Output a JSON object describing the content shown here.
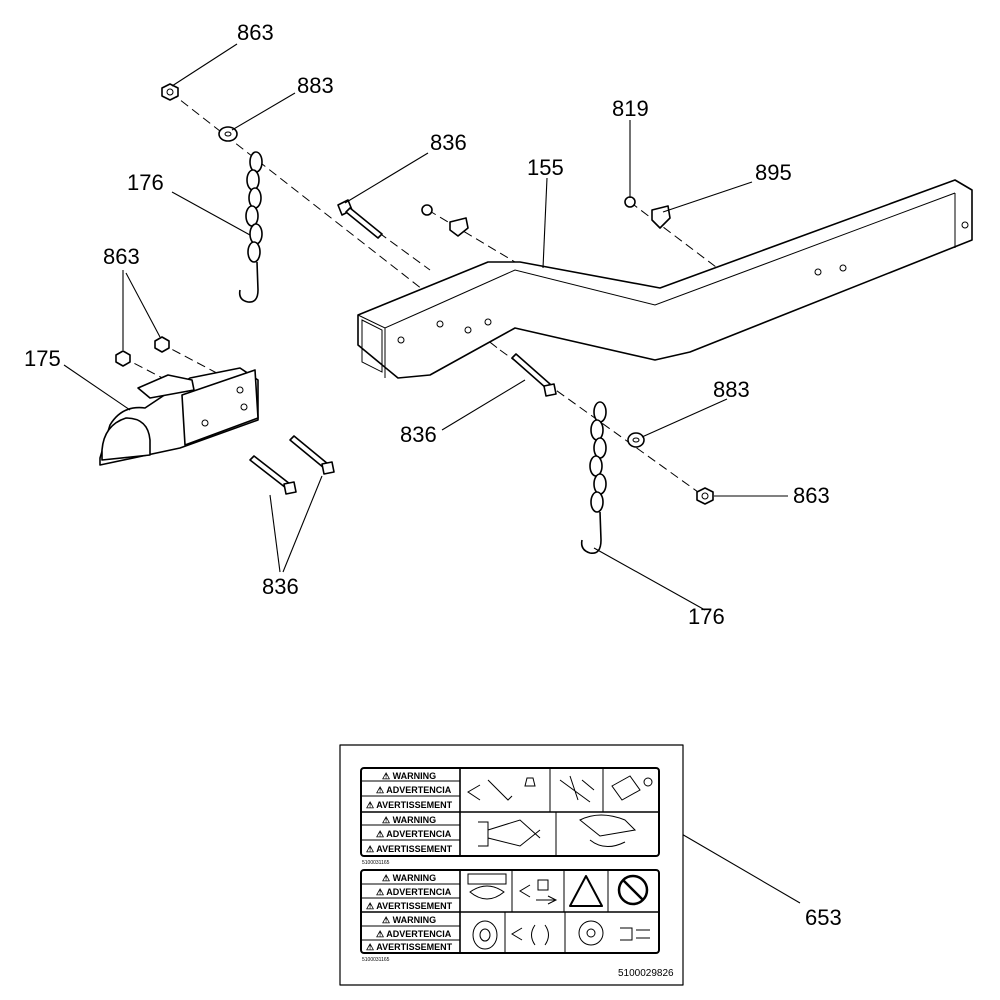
{
  "callouts": {
    "c863_top": "863",
    "c883_top": "883",
    "c176_left": "176",
    "c836_top": "836",
    "c155": "155",
    "c819": "819",
    "c895": "895",
    "c863_left": "863",
    "c175": "175",
    "c836_mid": "836",
    "c883_right": "883",
    "c863_right": "863",
    "c836_bottom": "836",
    "c176_right": "176",
    "c653": "653"
  },
  "label_decal": {
    "warning": "⚠ WARNING",
    "advertencia": "⚠ ADVERTENCIA",
    "avertissement": "⚠ AVERTISSEMENT",
    "small_code_top": "5100031165",
    "small_code_bottom": "5100031165",
    "part_number": "5100029826"
  }
}
